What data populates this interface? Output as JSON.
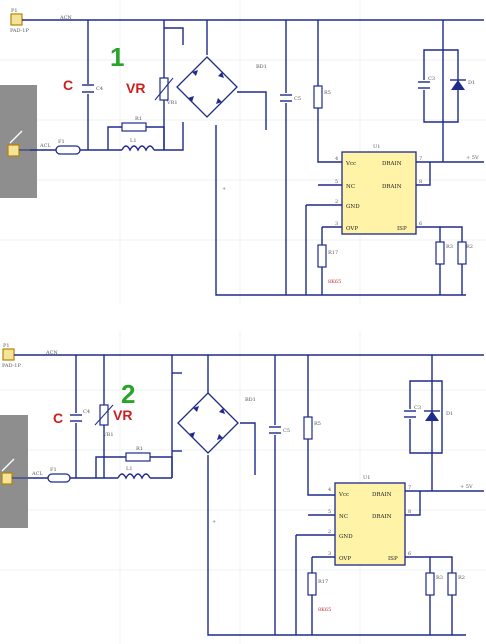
{
  "panels": [
    {
      "number_label": "1",
      "label_c": "C",
      "label_vr": "VR",
      "parts": {
        "p1": "P1",
        "p1_sub": "PAD-1P",
        "acn": "ACN",
        "acl": "ACL",
        "f1": "F1",
        "c4": "C4",
        "vr1": "VR1",
        "r1": "R1",
        "l1": "L1",
        "bd1": "BD1",
        "c5": "C5",
        "r5": "R5",
        "c3": "C3",
        "d1": "D1",
        "u1": "U1",
        "vcc": "Vcc",
        "nc": "NC",
        "gnd": "GND",
        "ovp": "OVP",
        "drain1": "DRAIN",
        "drain2": "DRAIN",
        "isp": "ISP",
        "r3": "R3",
        "r2": "R2",
        "r17": "R17",
        "r17_val": "8K65",
        "pin2": "2",
        "pin3": "3",
        "pin4": "4",
        "pin5": "5",
        "pin6": "6",
        "pin7": "7",
        "pin8": "8",
        "plus": "+",
        "out": "+ 5V"
      }
    },
    {
      "number_label": "2",
      "label_c": "C",
      "label_vr": "VR",
      "parts": {
        "p1": "P1",
        "p1_sub": "PAD-1P",
        "acn": "ACN",
        "acl": "ACL",
        "f1": "F1",
        "c4": "C4",
        "vr1": "VR1",
        "r1": "R1",
        "l1": "L1",
        "bd1": "BD1",
        "c5": "C5",
        "r5": "R5",
        "c3": "C3",
        "d1": "D1",
        "u1": "U1",
        "vcc": "Vcc",
        "nc": "NC",
        "gnd": "GND",
        "ovp": "OVP",
        "drain1": "DRAIN",
        "drain2": "DRAIN",
        "isp": "ISP",
        "r3": "R3",
        "r2": "R2",
        "r17": "R17",
        "r17_val": "8K65",
        "pin2": "2",
        "pin3": "3",
        "pin4": "4",
        "pin5": "5",
        "pin6": "6",
        "pin7": "7",
        "pin8": "8",
        "plus": "+",
        "out": "+ 5V"
      }
    }
  ],
  "colors": {
    "wire": "#1e2a8c",
    "chip_fill": "#fff3a8",
    "pad_fill": "#f4e49a",
    "pad_border": "#b88400",
    "label_red": "#cc1f1f",
    "label_green": "#2aa32a",
    "side_tab": "#8e8e8e"
  }
}
